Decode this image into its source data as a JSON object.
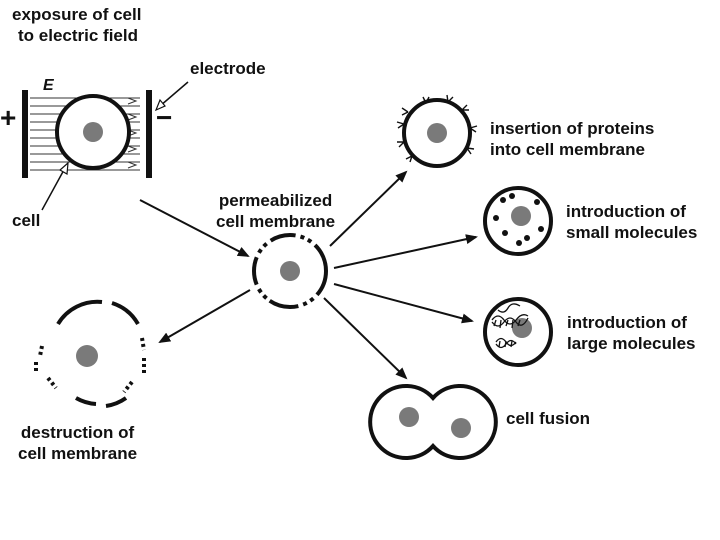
{
  "labels": {
    "exposure": [
      "exposure of cell",
      "to electric field"
    ],
    "electrode": "electrode",
    "field_symbol": "E",
    "plus": "+",
    "minus": "−",
    "cell": "cell",
    "permeabilized": [
      "permeabilized",
      "cell membrane"
    ],
    "insertion": [
      "insertion of proteins",
      "into cell membrane"
    ],
    "small": [
      "introduction of",
      "small molecules"
    ],
    "large": [
      "introduction of",
      "large molecules"
    ],
    "fusion": "cell fusion",
    "destruction": [
      "destruction of",
      "cell membrane"
    ]
  },
  "colors": {
    "ink": "#111111",
    "nucleus": "#7a7a7a"
  }
}
